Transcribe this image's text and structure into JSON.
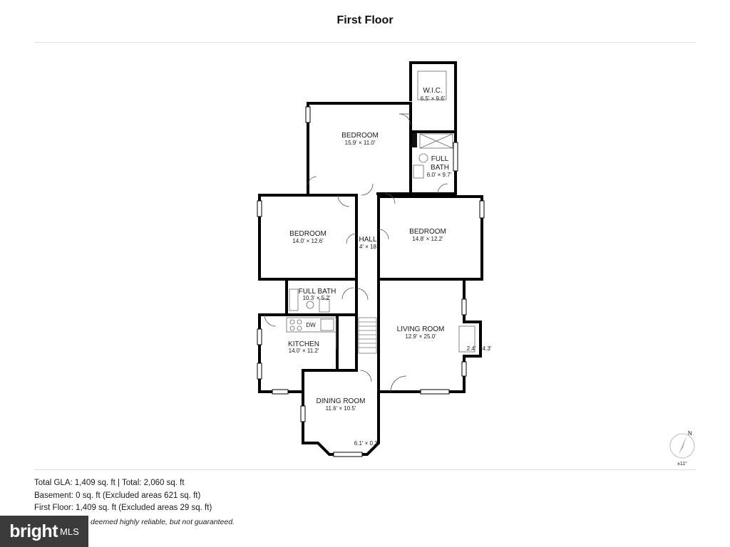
{
  "title": "First Floor",
  "rooms": [
    {
      "name": "W.I.C.",
      "dims": "6.5' × 9.6'"
    },
    {
      "name": "BEDROOM",
      "dims": "15.9' × 11.0'"
    },
    {
      "name": "FULL",
      "name2": "BATH",
      "dims": "6.0' × 9.7'"
    },
    {
      "name": "BEDROOM",
      "dims": "14.0' × 12.6'"
    },
    {
      "name": "HALL",
      "dims": "4' × 18"
    },
    {
      "name": "BEDROOM",
      "dims": "14.8' × 12.2'"
    },
    {
      "name": "FULL BATH",
      "dims": "10.3' × 5.2'"
    },
    {
      "name": "KITCHEN",
      "dims": "14.0' × 11.2'"
    },
    {
      "name": "LIVING ROOM",
      "dims": "12.9' × 25.0'"
    },
    {
      "name": "DINING ROOM",
      "dims": "11.6' × 10.5'"
    }
  ],
  "labels": {
    "fireplace_w": "2.4'",
    "fireplace_d": "4.3'",
    "bay": "6.1' × 0.3'",
    "dw": "DW",
    "compass_n": "N",
    "compass_deg": "±11°"
  },
  "summary": {
    "line1": "Total GLA: 1,409 sq. ft | Total: 2,060 sq. ft",
    "line2": "Basement: 0 sq. ft (Excluded areas 621 sq. ft)",
    "line3": "First Floor: 1,409 sq. ft (Excluded areas 29 sq. ft)"
  },
  "badge": {
    "brand": "bright",
    "mls": "MLS"
  },
  "disclaimer": "deemed highly reliable, but not guaranteed."
}
